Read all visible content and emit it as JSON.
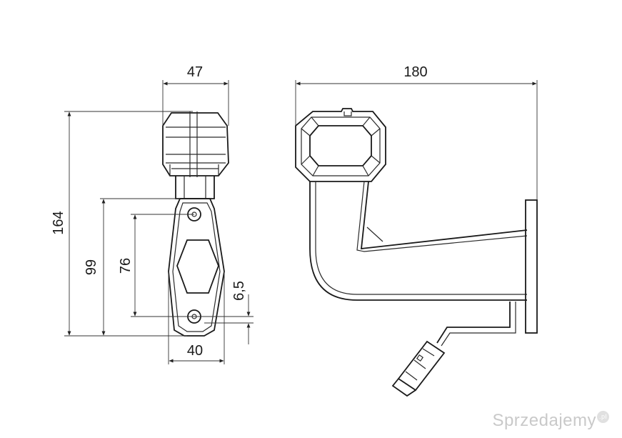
{
  "dimensions": {
    "top_width_left": "47",
    "total_height": "164",
    "mount_height_outer": "99",
    "hole_spacing": "76",
    "hole_offset": "6,5",
    "base_width": "40",
    "total_length": "180"
  },
  "watermark": {
    "text": "Sprzedajemy",
    "badge": ".pl"
  }
}
